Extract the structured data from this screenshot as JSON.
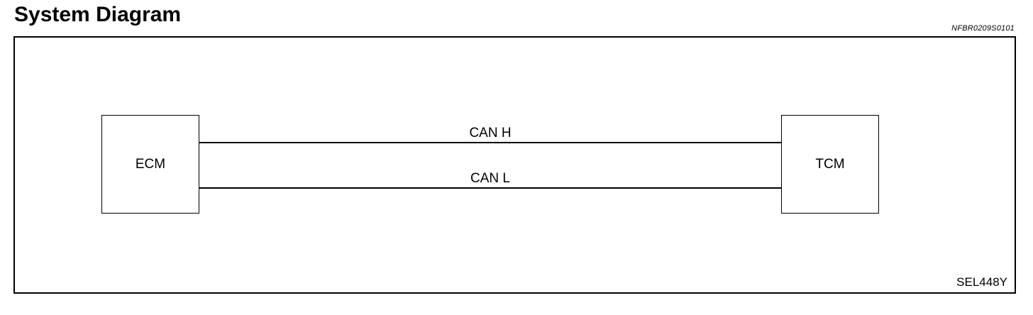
{
  "header": {
    "title": "System Diagram",
    "doc_code": "NFBR0209S0101"
  },
  "diagram": {
    "modules": {
      "left": "ECM",
      "right": "TCM"
    },
    "bus_lines": {
      "high": "CAN H",
      "low": "CAN L"
    },
    "figure_code": "SEL448Y"
  },
  "colors": {
    "ink": "#000000",
    "background": "#ffffff"
  }
}
